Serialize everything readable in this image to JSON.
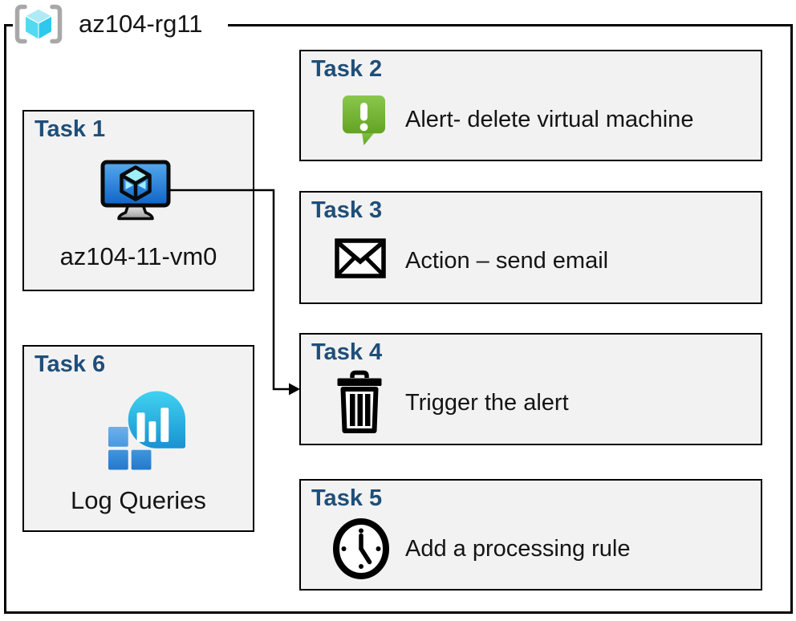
{
  "resource_group": {
    "label": "az104-rg11",
    "icon": "resource-group-icon"
  },
  "tasks": [
    {
      "title": "Task 1",
      "label": "az104-11-vm0",
      "icon": "virtual-machine-icon"
    },
    {
      "title": "Task 2",
      "label": "Alert- delete virtual machine",
      "icon": "alert-message-icon"
    },
    {
      "title": "Task 3",
      "label": "Action – send email",
      "icon": "email-envelope-icon"
    },
    {
      "title": "Task 4",
      "label": "Trigger the alert",
      "icon": "trash-icon"
    },
    {
      "title": "Task 5",
      "label": "Add a processing rule",
      "icon": "clock-icon"
    },
    {
      "title": "Task 6",
      "label": "Log Queries",
      "icon": "log-queries-icon"
    }
  ],
  "connector": {
    "from": "Task 1",
    "to": "Task 4"
  },
  "colors": {
    "task_title": "#1F4E79",
    "box_fill": "#F2F2F2",
    "border": "#000000",
    "alert_green_top": "#8AC74D",
    "alert_green_bottom": "#63A322",
    "vm_screen_top": "#55AAEE",
    "vm_screen_bottom": "#0E63C6",
    "cube_cyan": "#55D8F2",
    "bracket_gray": "#A8A8A8",
    "log_drop_top": "#40D2F0",
    "log_drop_bottom": "#1A92D2",
    "log_square_light": "#5FA9E9",
    "log_square_dark": "#2E86D3"
  }
}
